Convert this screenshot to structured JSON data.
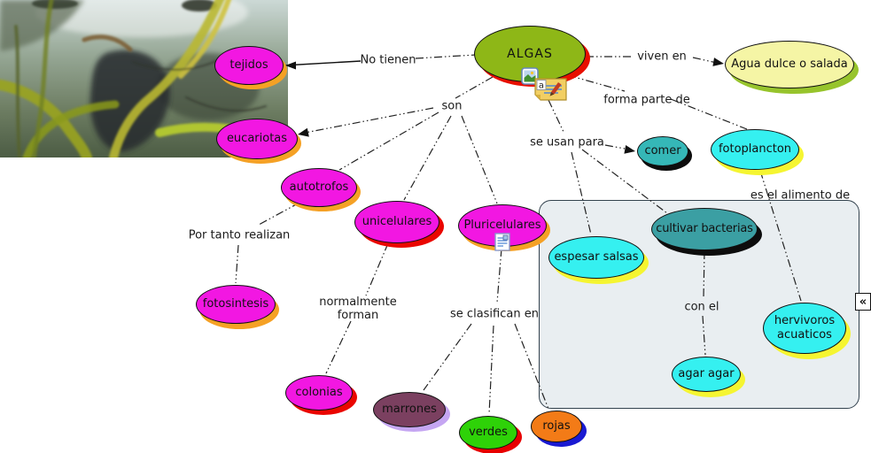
{
  "diagram_title": "ALGAS concept map",
  "nodes": {
    "algas": {
      "label": "ALGAS",
      "fill": "#8eb717",
      "shadow": "#e80f00"
    },
    "tejidos": {
      "label": "tejidos",
      "fill": "#f217e2",
      "shadow": "#f5a125"
    },
    "eucariotas": {
      "label": "eucariotas",
      "fill": "#f217e2",
      "shadow": "#f5a125"
    },
    "autotrofos": {
      "label": "autotrofos",
      "fill": "#f217e2",
      "shadow": "#f5a125"
    },
    "unicelulares": {
      "label": "unicelulares",
      "fill": "#f217e2",
      "shadow": "#ea0600"
    },
    "pluricelulares": {
      "label": "Pluricelulares",
      "fill": "#f217e2",
      "shadow": "#f5a125"
    },
    "fotosintesis": {
      "label": "fotosintesis",
      "fill": "#f217e2",
      "shadow": "#f5a125"
    },
    "colonias": {
      "label": "colonias",
      "fill": "#f217e2",
      "shadow": "#ea0600"
    },
    "marrones": {
      "label": "marrones",
      "fill": "#7b4060",
      "shadow": "#c5a6f2"
    },
    "verdes": {
      "label": "verdes",
      "fill": "#2ed208",
      "shadow": "#e80000"
    },
    "rojas": {
      "label": "rojas",
      "fill": "#f37b17",
      "shadow": "#1a1ad2"
    },
    "agua": {
      "label": "Agua dulce o salada",
      "fill": "#f5f5a5",
      "shadow": "#97c42c"
    },
    "fotoplancton": {
      "label": "fotoplancton",
      "fill": "#35f0f0",
      "shadow": "#f5f531"
    },
    "comer": {
      "label": "comer",
      "fill": "#35b7b7",
      "shadow": "#0d0d0d"
    },
    "espesar": {
      "label": "espesar salsas",
      "fill": "#35f0f0",
      "shadow": "#f5f531"
    },
    "cultivar": {
      "label": "cultivar bacterias",
      "fill": "#3b9fa3",
      "shadow": "#0d0d0d"
    },
    "agar": {
      "label": "agar agar",
      "fill": "#35f0f0",
      "shadow": "#f5f531"
    },
    "hervivoros": {
      "label": "hervivoros acuaticos",
      "fill": "#35f0f0",
      "shadow": "#f5f531"
    }
  },
  "edge_labels": {
    "no_tienen": "No tienen",
    "viven_en": "viven en",
    "son": "son",
    "forma_parte_de": "forma parte de",
    "se_usan_para": "se usan para",
    "por_tanto_realizan": "Por tanto realizan",
    "normalmente_forman": "normalmente forman",
    "se_clasifican_en": "se clasifican en",
    "con_el": "con el",
    "es_el_alimento_de": "es el alimento de"
  },
  "edges": [
    {
      "from": "ALGAS",
      "label": "No tienen",
      "to": [
        "tejidos"
      ]
    },
    {
      "from": "ALGAS",
      "label": "viven en",
      "to": [
        "Agua dulce o salada"
      ]
    },
    {
      "from": "ALGAS",
      "label": "son",
      "to": [
        "eucariotas",
        "autotrofos",
        "unicelulares",
        "Pluricelulares"
      ]
    },
    {
      "from": "ALGAS",
      "label": "forma parte de",
      "to": [
        "fotoplancton"
      ]
    },
    {
      "from": "ALGAS",
      "label": "se usan para",
      "to": [
        "comer",
        "espesar salsas",
        "cultivar bacterias"
      ]
    },
    {
      "from": "autotrofos",
      "label": "Por tanto realizan",
      "to": [
        "fotosintesis"
      ]
    },
    {
      "from": "unicelulares",
      "label": "normalmente forman",
      "to": [
        "colonias"
      ]
    },
    {
      "from": "Pluricelulares",
      "label": "se clasifican en",
      "to": [
        "marrones",
        "verdes",
        "rojas"
      ]
    },
    {
      "from": "cultivar bacterias",
      "label": "con el",
      "to": [
        "agar agar"
      ]
    },
    {
      "from": "fotoplancton",
      "label": "es el alimento de",
      "to": [
        "hervivoros acuaticos"
      ]
    }
  ],
  "panel": {
    "collapse_icon": "«"
  },
  "icons": {
    "note_letter": "a",
    "algas_attachments": [
      "image-resource-icon",
      "annotation-note-icon"
    ],
    "pluricelulares_attachment": "document-resource-icon"
  },
  "photo": {
    "description": "underwater photo of algae"
  }
}
